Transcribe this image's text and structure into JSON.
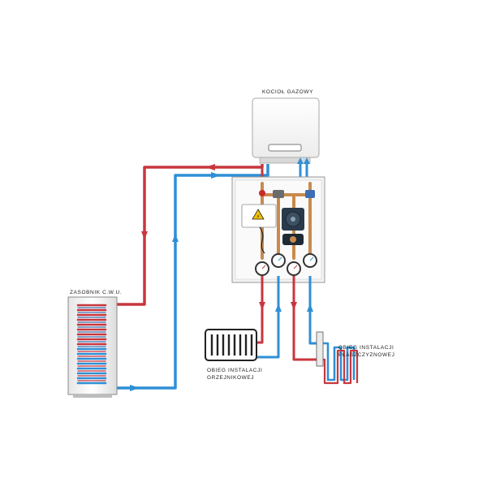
{
  "labels": {
    "boiler": "KOCIOŁ GAZOWY",
    "tank": "ZASOBNIK C.W.U.",
    "radiator_line1": "OBIEG INSTALACJI",
    "radiator_line2": "GRZEJNIKOWEJ",
    "floor_line1": "OBIEG INSTALACJI",
    "floor_line2": "PŁASZCZYZNOWEJ"
  },
  "colors": {
    "supply": "#c9363d",
    "return": "#2f8fd6",
    "cabinet": "#f2f2f2",
    "outline": "#9a9a9a",
    "copper": "#c98a4e",
    "pump": "#2b3a4a"
  }
}
